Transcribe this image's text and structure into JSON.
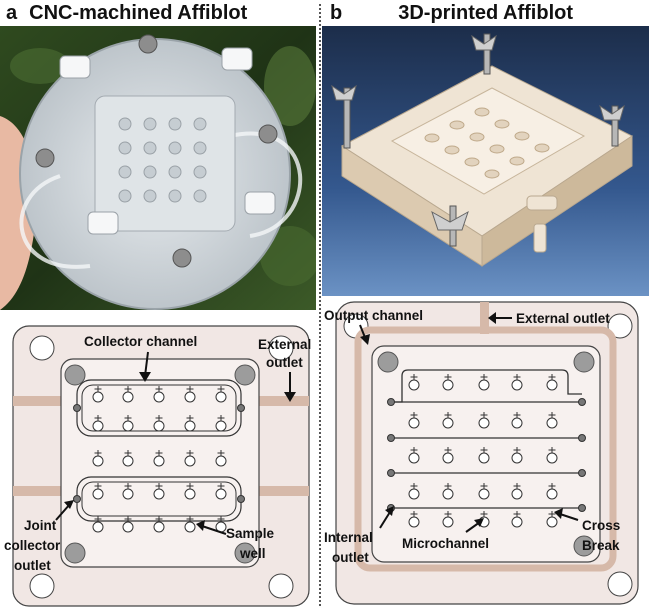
{
  "panel_a": {
    "letter": "a",
    "title": "CNC-machined Affiblot",
    "callouts": {
      "collector_channel": "Collector channel",
      "external_outlet_line1": "External",
      "external_outlet_line2": "outlet",
      "joint_line1": "Joint",
      "joint_line2": "collector",
      "joint_line3": "outlet",
      "sample_line1": "Sample",
      "sample_line2": "well"
    }
  },
  "panel_b": {
    "letter": "b",
    "title": "3D-printed Affiblot",
    "callouts": {
      "output_channel": "Output channel",
      "external_outlet": "External outlet",
      "internal_line1": "Internal",
      "internal_line2": "outlet",
      "microchannel": "Microchannel",
      "cross_line1": "Cross",
      "cross_line2": "Break"
    }
  },
  "colors": {
    "plate_fill": "#f1e7e4",
    "channel": "#d6b9a9",
    "outline": "#444444",
    "port": "#777777"
  }
}
